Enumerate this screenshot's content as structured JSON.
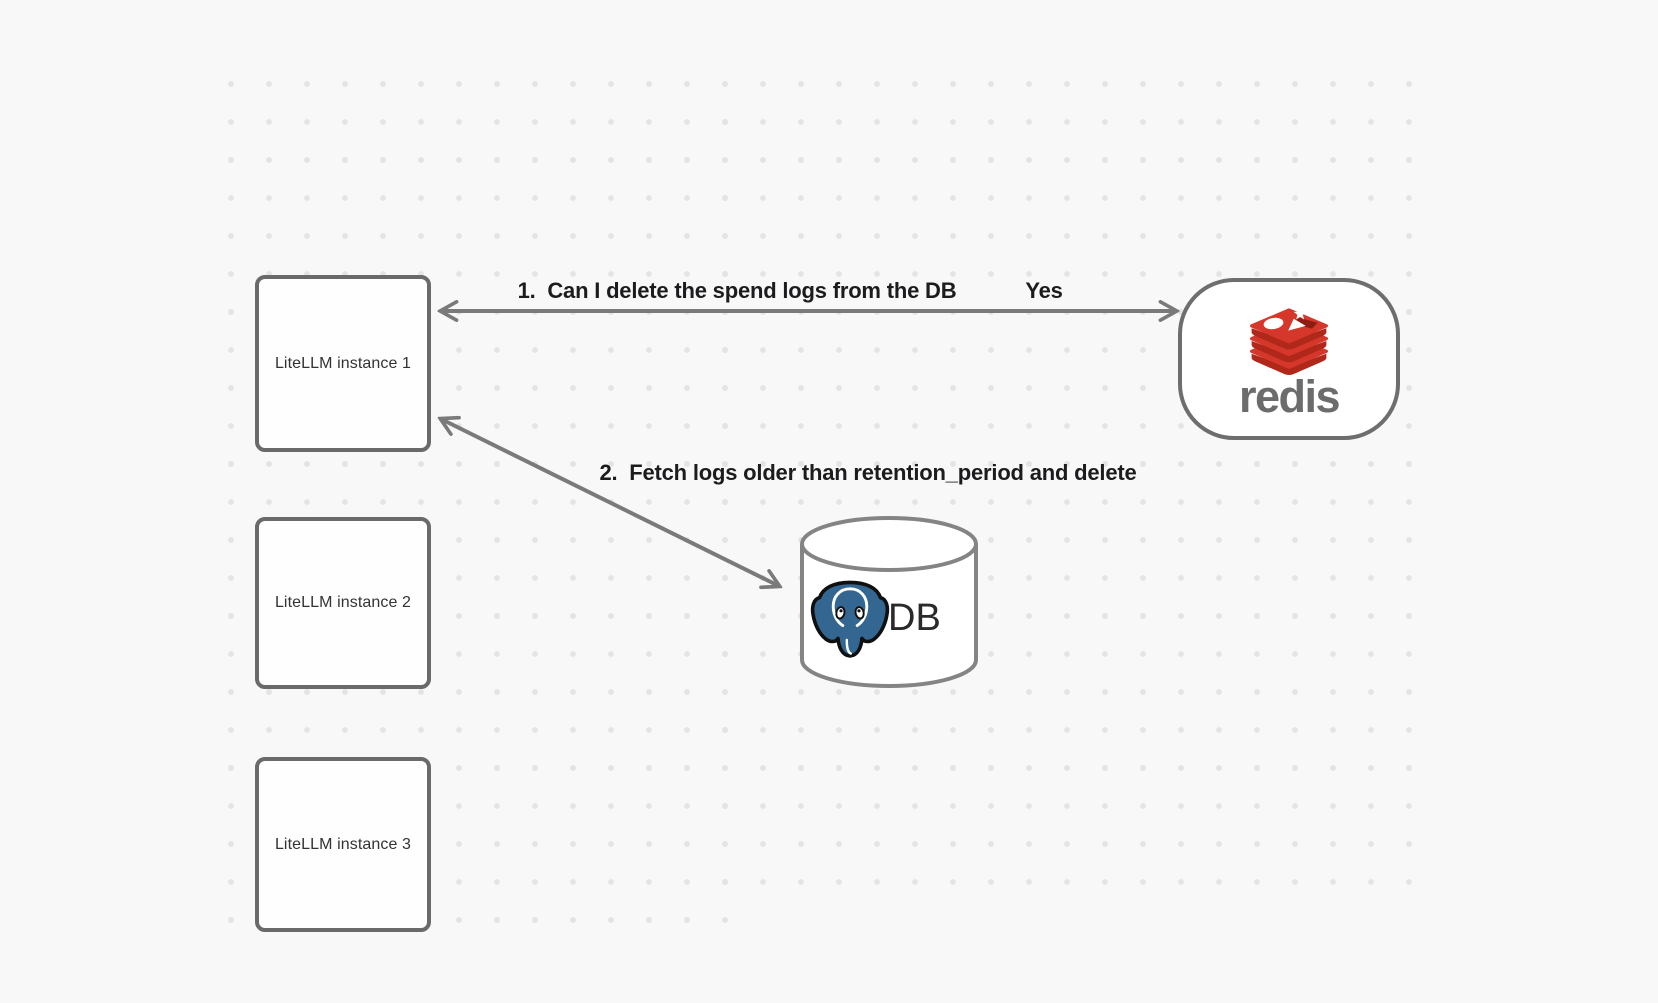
{
  "background": {
    "color": "#f8f8f8",
    "dot_color": "#e4e4e4"
  },
  "nodes": {
    "instances": [
      {
        "label": "LiteLLM instance 1"
      },
      {
        "label": "LiteLLM instance 2"
      },
      {
        "label": "LiteLLM instance 3"
      }
    ],
    "redis": {
      "wordmark": "redis",
      "brand_red": "#d5372b",
      "brand_red_dark": "#b0281a",
      "wordmark_color": "#6c6c6c"
    },
    "db": {
      "label": "DB",
      "postgres_blue": "#336791"
    }
  },
  "edges": {
    "redis_query": {
      "label": "1.  Can I delete the spend logs from the DB",
      "response": "Yes",
      "from": "LiteLLM instance 1",
      "to": "redis",
      "bidirectional": true
    },
    "db_fetch": {
      "label": "2.  Fetch logs older than retention_period and delete",
      "from": "LiteLLM instance 1",
      "to": "DB",
      "bidirectional": true
    }
  }
}
